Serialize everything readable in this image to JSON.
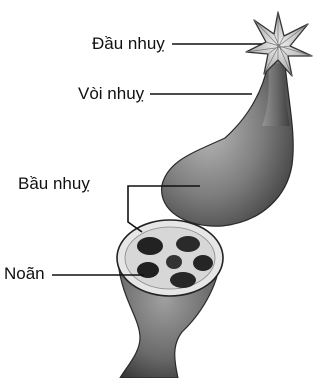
{
  "labels": {
    "stigma": "Đầu nhuỵ",
    "style": "Vòi nhuỵ",
    "ovary": "Bầu nhuỵ",
    "ovule": "Noãn"
  }
}
